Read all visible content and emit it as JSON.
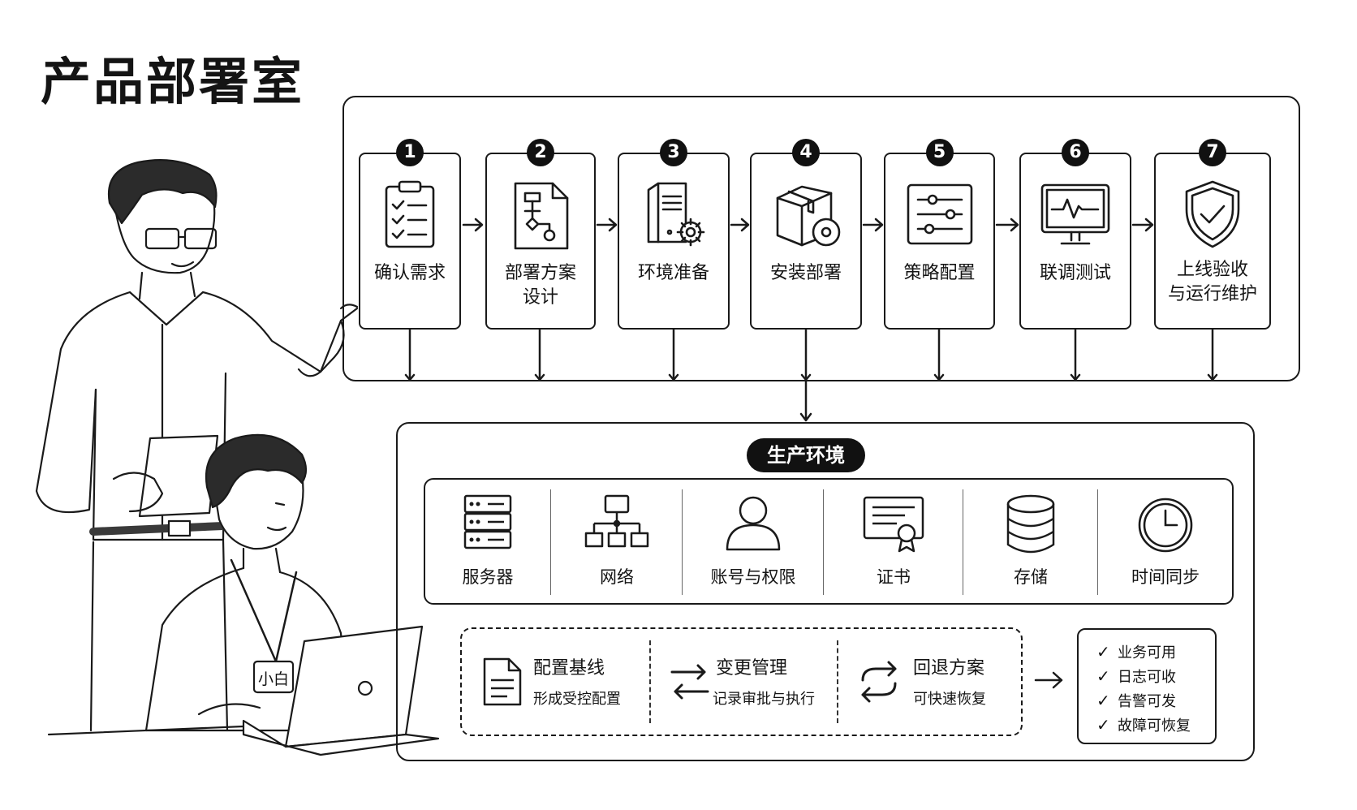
{
  "title": "产品部署室",
  "badge_name": "小白",
  "steps": [
    {
      "num": "1",
      "label": "确认需求",
      "icon": "clipboard-checklist-icon"
    },
    {
      "num": "2",
      "label": "部署方案\n设计",
      "icon": "flowchart-document-icon"
    },
    {
      "num": "3",
      "label": "环境准备",
      "icon": "server-gear-icon"
    },
    {
      "num": "4",
      "label": "安装部署",
      "icon": "package-disc-icon"
    },
    {
      "num": "5",
      "label": "策略配置",
      "icon": "sliders-icon"
    },
    {
      "num": "6",
      "label": "联调测试",
      "icon": "monitor-pulse-icon"
    },
    {
      "num": "7",
      "label": "上线验收\n与运行维护",
      "icon": "shield-check-icon"
    }
  ],
  "environment": {
    "title": "生产环境",
    "resources": [
      {
        "label": "服务器",
        "icon": "server-rack-icon"
      },
      {
        "label": "网络",
        "icon": "network-topology-icon"
      },
      {
        "label": "账号与权限",
        "icon": "user-icon"
      },
      {
        "label": "证书",
        "icon": "certificate-icon"
      },
      {
        "label": "存储",
        "icon": "database-icon"
      },
      {
        "label": "时间同步",
        "icon": "clock-icon"
      }
    ],
    "controls": [
      {
        "title": "配置基线",
        "desc": "形成受控配置",
        "icon": "document-icon"
      },
      {
        "title": "变更管理",
        "desc": "记录审批与执行",
        "icon": "swap-arrows-icon"
      },
      {
        "title": "回退方案",
        "desc": "可快速恢复",
        "icon": "rollback-cycle-icon"
      }
    ],
    "checklist": [
      "业务可用",
      "日志可收",
      "告警可发",
      "故障可恢复"
    ]
  }
}
